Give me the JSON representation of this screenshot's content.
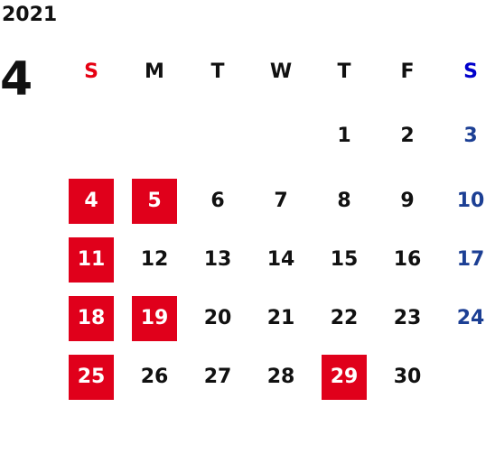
{
  "calendar": {
    "year": "2021",
    "month": "4",
    "weekdays": [
      "S",
      "M",
      "T",
      "W",
      "T",
      "F",
      "S"
    ],
    "weeks": [
      [
        null,
        null,
        null,
        null,
        "1",
        "2",
        "3"
      ],
      [
        "4",
        "5",
        "6",
        "7",
        "8",
        "9",
        "10"
      ],
      [
        "11",
        "12",
        "13",
        "14",
        "15",
        "16",
        "17"
      ],
      [
        "18",
        "19",
        "20",
        "21",
        "22",
        "23",
        "24"
      ],
      [
        "25",
        "26",
        "27",
        "28",
        "29",
        "30",
        null
      ]
    ],
    "holidays": [
      "4",
      "5",
      "11",
      "18",
      "19",
      "25",
      "29"
    ]
  },
  "colors": {
    "sunday_header": "#e60012",
    "saturday_header": "#0000cc",
    "saturday_date": "#1c3f94",
    "holiday_bg": "#e0001b",
    "text": "#111111"
  }
}
